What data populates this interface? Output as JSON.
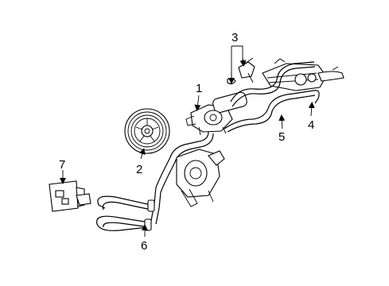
{
  "callouts": [
    {
      "id": "1",
      "part": "pump"
    },
    {
      "id": "2",
      "part": "pulley"
    },
    {
      "id": "3",
      "part": "reservoir-cap"
    },
    {
      "id": "4",
      "part": "pressure-line"
    },
    {
      "id": "5",
      "part": "return-hose"
    },
    {
      "id": "6",
      "part": "cooler-lines"
    },
    {
      "id": "7",
      "part": "bracket"
    }
  ]
}
